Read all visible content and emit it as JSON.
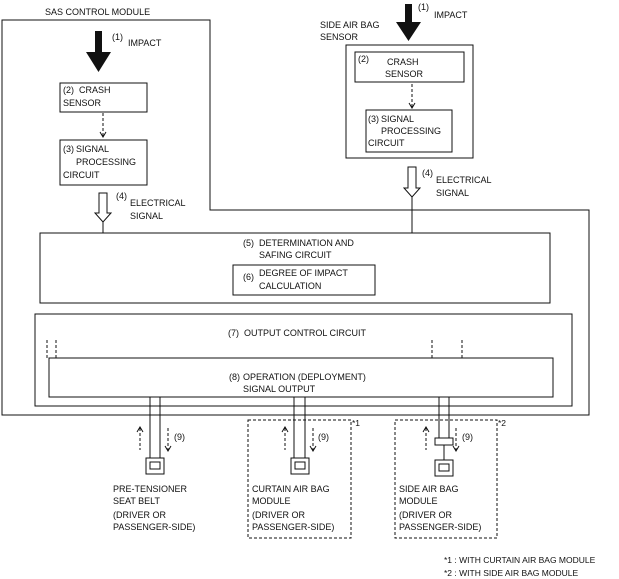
{
  "sas_module": {
    "title": "SAS CONTROL MODULE"
  },
  "impact_left": {
    "num": "(1)",
    "label": "IMPACT"
  },
  "crash_sensor_left": {
    "num": "(2)",
    "line1": "CRASH",
    "line2": "SENSOR"
  },
  "signal_proc_left": {
    "num": "(3)",
    "line1": "SIGNAL",
    "line2": "PROCESSING",
    "line3": "CIRCUIT"
  },
  "elec_left": {
    "num": "(4)",
    "line1": "ELECTRICAL",
    "line2": "SIGNAL"
  },
  "side_sensor": {
    "line1": "SIDE AIR BAG",
    "line2": "SENSOR"
  },
  "impact_right": {
    "num": "(1)",
    "label": "IMPACT"
  },
  "crash_sensor_right": {
    "num": "(2)",
    "line1": "CRASH",
    "line2": "SENSOR"
  },
  "signal_proc_right": {
    "num": "(3)",
    "line1": "SIGNAL",
    "line2": "PROCESSING",
    "line3": "CIRCUIT"
  },
  "elec_right": {
    "num": "(4)",
    "line1": "ELECTRICAL",
    "line2": "SIGNAL"
  },
  "determination": {
    "num": "(5)",
    "line1": "DETERMINATION AND",
    "line2": "SAFING CIRCUIT"
  },
  "degree": {
    "num": "(6)",
    "line1": "DEGREE OF IMPACT",
    "line2": "CALCULATION"
  },
  "output_control": {
    "num": "(7)",
    "label": "OUTPUT CONTROL  CIRCUIT"
  },
  "operation": {
    "num": "(8)",
    "line1": "OPERATION (DEPLOYMENT)",
    "line2": "SIGNAL OUTPUT"
  },
  "feedback": {
    "num": "(9)"
  },
  "pretensioner": {
    "line1": "PRE-TENSIONER",
    "line2": "SEAT BELT",
    "line3": "(DRIVER OR",
    "line4": "PASSENGER-SIDE)"
  },
  "curtain": {
    "mark": "*1",
    "line1": "CURTAIN AIR BAG",
    "line2": "MODULE",
    "line3": "(DRIVER OR",
    "line4": "PASSENGER-SIDE)"
  },
  "sideairbag": {
    "mark": "*2",
    "line1": "SIDE AIR BAG",
    "line2": "MODULE",
    "line3": "(DRIVER OR",
    "line4": "PASSENGER-SIDE)"
  },
  "notes": {
    "n1": "*1 : WITH CURTAIN AIR BAG MODULE",
    "n2": "*2 : WITH SIDE AIR BAG MODULE"
  }
}
